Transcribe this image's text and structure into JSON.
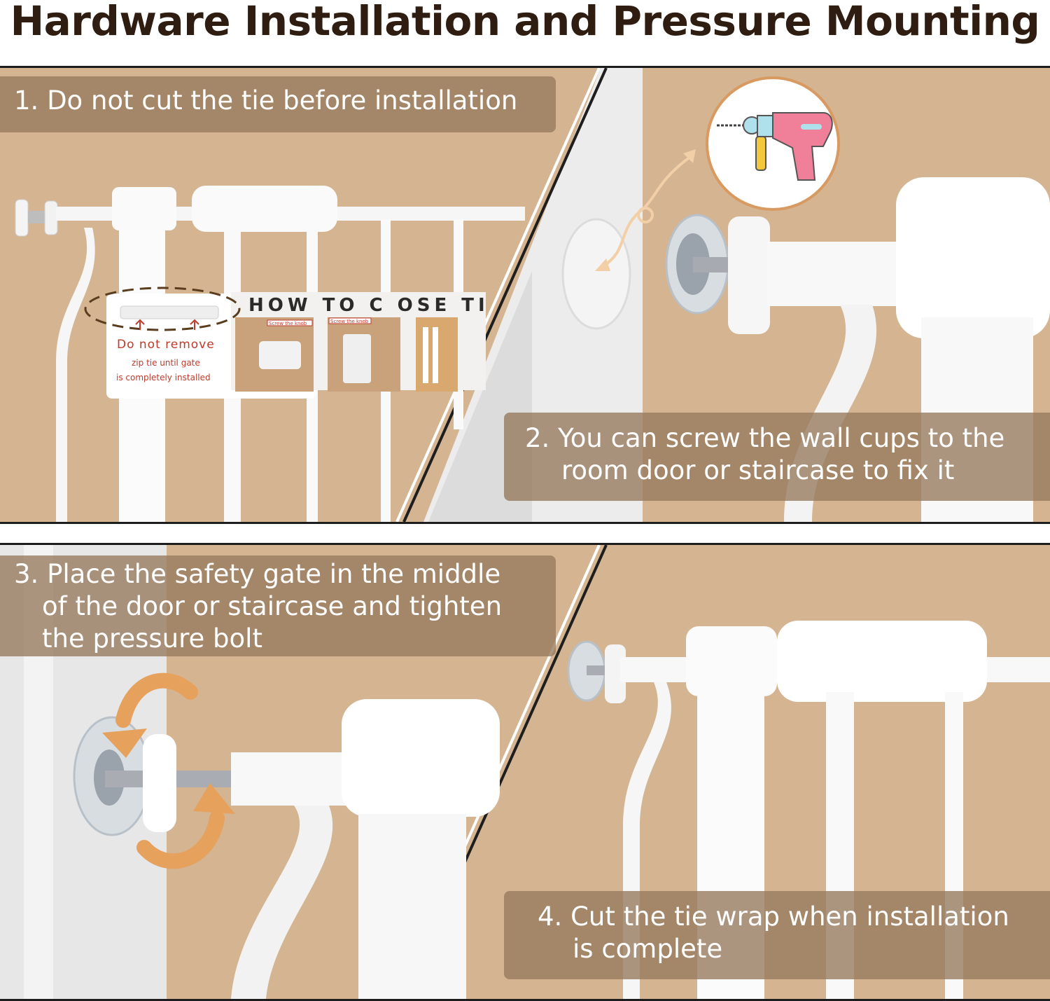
{
  "title": "Hardware Installation and Pressure Mounting",
  "steps": [
    {
      "lines": [
        "1. Do not cut the tie before installation"
      ]
    },
    {
      "lines": [
        "2. You can screw the wall cups to the",
        "room door or staircase to fix it"
      ]
    },
    {
      "lines": [
        "3. Place the safety gate in the middle",
        "of the door or staircase and tighten",
        "the pressure bolt"
      ]
    },
    {
      "lines": [
        "4. Cut the tie wrap when installation",
        "is complete"
      ]
    }
  ],
  "tag": {
    "header": "HOW TO C  OSE TI",
    "warning": "Do not remove",
    "note_line1": "zip tie until gate",
    "note_line2": "is completely installed",
    "mini_label1": "Screw the knob",
    "mini_label2": "Screw the knob"
  },
  "colors": {
    "background": "#d4b491",
    "caption": "#96785c",
    "title": "#2e1d10",
    "arrow": "#e6a15d",
    "drill": "#f07f99"
  },
  "icons": [
    "drill-icon",
    "rotate-arrow-icon",
    "curved-arrow-icon"
  ]
}
